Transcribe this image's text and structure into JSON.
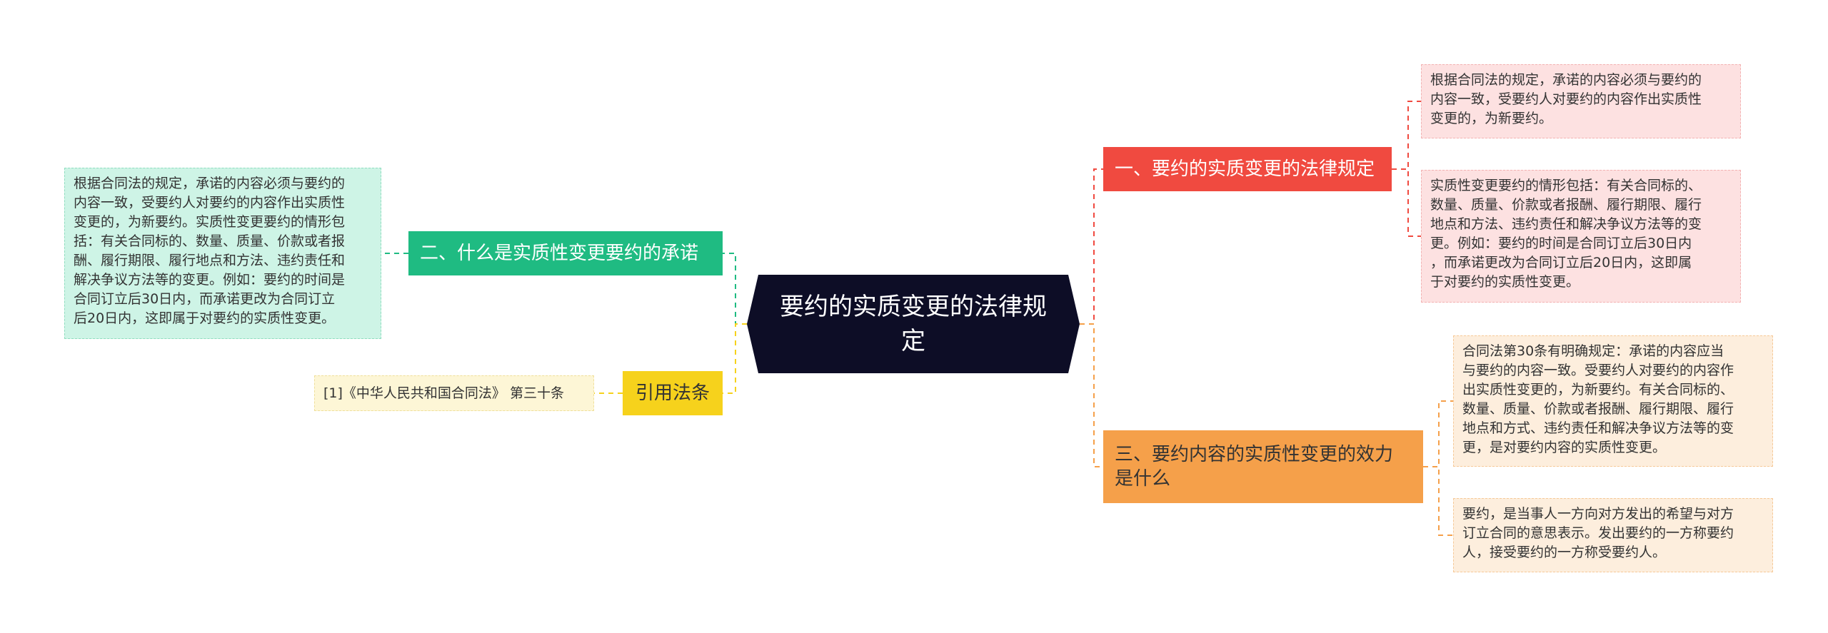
{
  "root": {
    "label": "要约的实质变更的法律规\n定"
  },
  "branches": [
    {
      "label": "一、要约的实质变更的法律规定",
      "color": "#f04a40",
      "notes": [
        "根据合同法的规定，承诺的内容必须与要约的\n内容一致，受要约人对要约的内容作出实质性\n变更的，为新要约。",
        "实质性变更要约的情形包括：有关合同标的、\n数量、质量、价款或者报酬、履行期限、履行\n地点和方法、违约责任和解决争议方法等的变\n更。例如：要约的时间是合同订立后30日内\n，而承诺更改为合同订立后20日内，这即属\n于对要约的实质性变更。"
      ]
    },
    {
      "label": "二、什么是实质性变更要约的承诺",
      "color": "#1fbb82",
      "notes": [
        "根据合同法的规定，承诺的内容必须与要约的\n内容一致，受要约人对要约的内容作出实质性\n变更的，为新要约。实质性变更要约的情形包\n括：有关合同标的、数量、质量、价款或者报\n酬、履行期限、履行地点和方法、违约责任和\n解决争议方法等的变更。例如：要约的时间是\n合同订立后30日内，而承诺更改为合同订立\n后20日内，这即属于对要约的实质性变更。"
      ]
    },
    {
      "label": "三、要约内容的实质性变更的效力\n是什么",
      "color": "#f5a04a",
      "notes": [
        "合同法第30条有明确规定：承诺的内容应当\n与要约的内容一致。受要约人对要约的内容作\n出实质性变更的，为新要约。有关合同标的、\n数量、质量、价款或者报酬、履行期限、履行\n地点和方式、违约责任和解决争议方法等的变\n更，是对要约内容的实质性变更。",
        "要约，是当事人一方向对方发出的希望与对方\n订立合同的意思表示。发出要约的一方称要约\n人，接受要约的一方称受要约人。"
      ]
    },
    {
      "label": "引用法条",
      "color": "#f6d21c",
      "notes": [
        "[1]《中华人民共和国合同法》 第三十条"
      ]
    }
  ]
}
